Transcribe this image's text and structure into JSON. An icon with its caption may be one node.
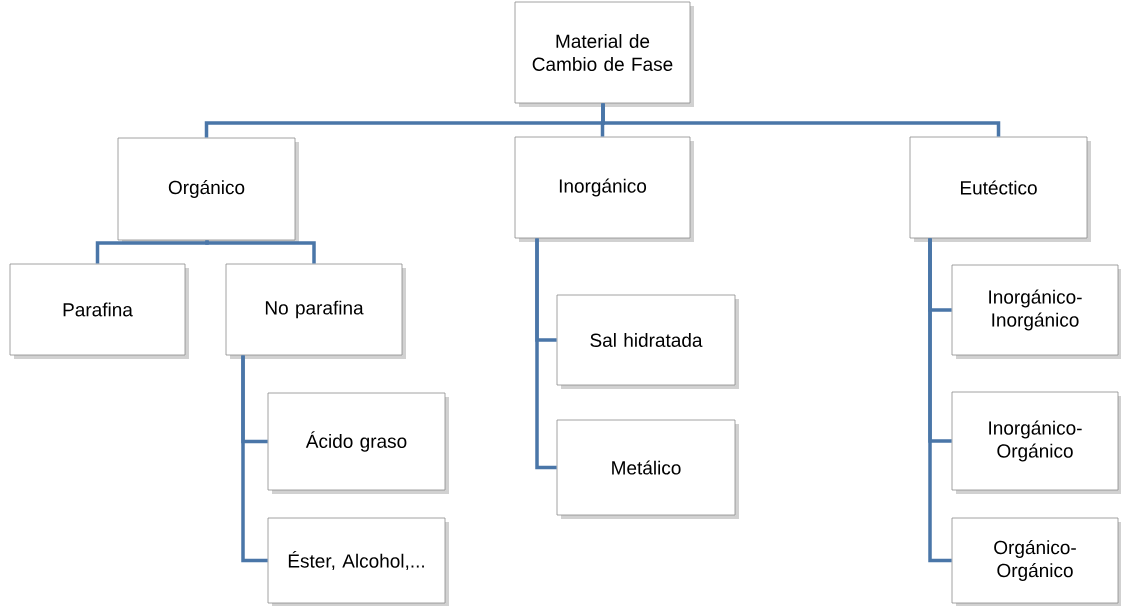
{
  "diagram": {
    "nodes": [
      {
        "text": [
          "Material de Cambio de Fase"
        ]
      },
      {
        "text": [
          "Orgánico"
        ]
      },
      {
        "text": [
          "Inorgánico"
        ]
      },
      {
        "text": [
          "Eutéctico"
        ]
      },
      {
        "text": [
          "Parafina"
        ]
      },
      {
        "text": [
          "No parafina"
        ]
      },
      {
        "text": [
          "Ácido graso"
        ]
      },
      {
        "text": [
          "Éster, Alcohol,..."
        ]
      },
      {
        "text": [
          "Sal hidratada"
        ]
      },
      {
        "text": [
          "Metálico"
        ]
      },
      {
        "text": [
          "Inorgánico- Inorgánico"
        ]
      },
      {
        "text": [
          "Inorgánico- Orgánico"
        ]
      },
      {
        "text": [
          "Orgánico- Orgánico"
        ]
      }
    ],
    "edges": [
      {
        "from": 0,
        "to": 1,
        "arrow": "none"
      },
      {
        "from": 0,
        "to": 2,
        "arrow": "none"
      },
      {
        "from": 0,
        "to": 3,
        "arrow": "none"
      },
      {
        "from": 1,
        "to": 4,
        "arrow": "none"
      },
      {
        "from": 1,
        "to": 5,
        "arrow": "none"
      },
      {
        "from": 5,
        "to": 6,
        "arrow": "none"
      },
      {
        "from": 5,
        "to": 7,
        "arrow": "none"
      },
      {
        "from": 2,
        "to": 8,
        "arrow": "none"
      },
      {
        "from": 2,
        "to": 9,
        "arrow": "none"
      },
      {
        "from": 3,
        "to": 10,
        "arrow": "none"
      },
      {
        "from": 3,
        "to": 11,
        "arrow": "none"
      },
      {
        "from": 3,
        "to": 12,
        "arrow": "none"
      }
    ]
  }
}
